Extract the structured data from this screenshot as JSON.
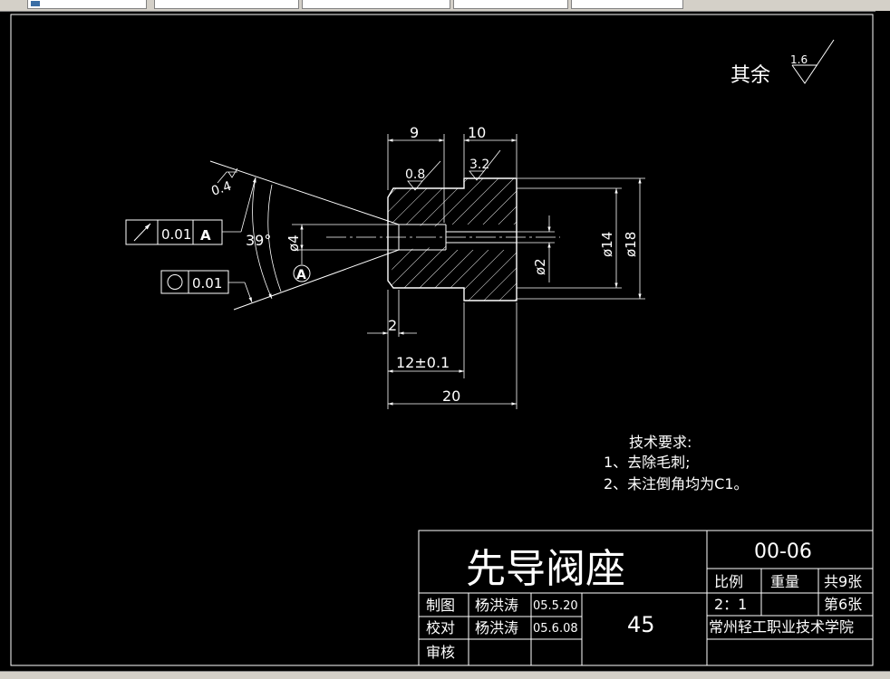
{
  "roughness_note": {
    "label": "其余",
    "value": "1.6"
  },
  "dimensions": {
    "top_left": "9",
    "top_right": "10",
    "chamfer": "2",
    "length_tol": "12±0.1",
    "total_length": "20",
    "dia_bore": "ø4",
    "dia_hole": "ø2",
    "dia_inner": "ø14",
    "dia_outer": "ø18",
    "angle": "39°"
  },
  "roughness": {
    "cone": "0.4",
    "face_left": "0.8",
    "face_right": "3.2"
  },
  "tolerances": {
    "runout": {
      "value": "0.01",
      "datum": "A"
    },
    "roundness": {
      "value": "0.01"
    },
    "datum_label": "A"
  },
  "tech_requirements": {
    "title": "技术要求:",
    "items": [
      "1、去除毛刺;",
      "2、未注倒角均为C1。"
    ]
  },
  "title_block": {
    "part_name": "先导阀座",
    "drawing_no": "00-06",
    "scale_label": "比例",
    "weight_label": "重量",
    "total_sheets": "共9张",
    "scale_value": "2：1",
    "sheet_no": "第6张",
    "material": "45",
    "school": "常州轻工职业技术学院",
    "rows": [
      {
        "role": "制图",
        "name": "杨洪涛",
        "date": "05.5.20"
      },
      {
        "role": "校对",
        "name": "杨洪涛",
        "date": "05.6.08"
      },
      {
        "role": "审核",
        "name": "",
        "date": ""
      }
    ]
  }
}
